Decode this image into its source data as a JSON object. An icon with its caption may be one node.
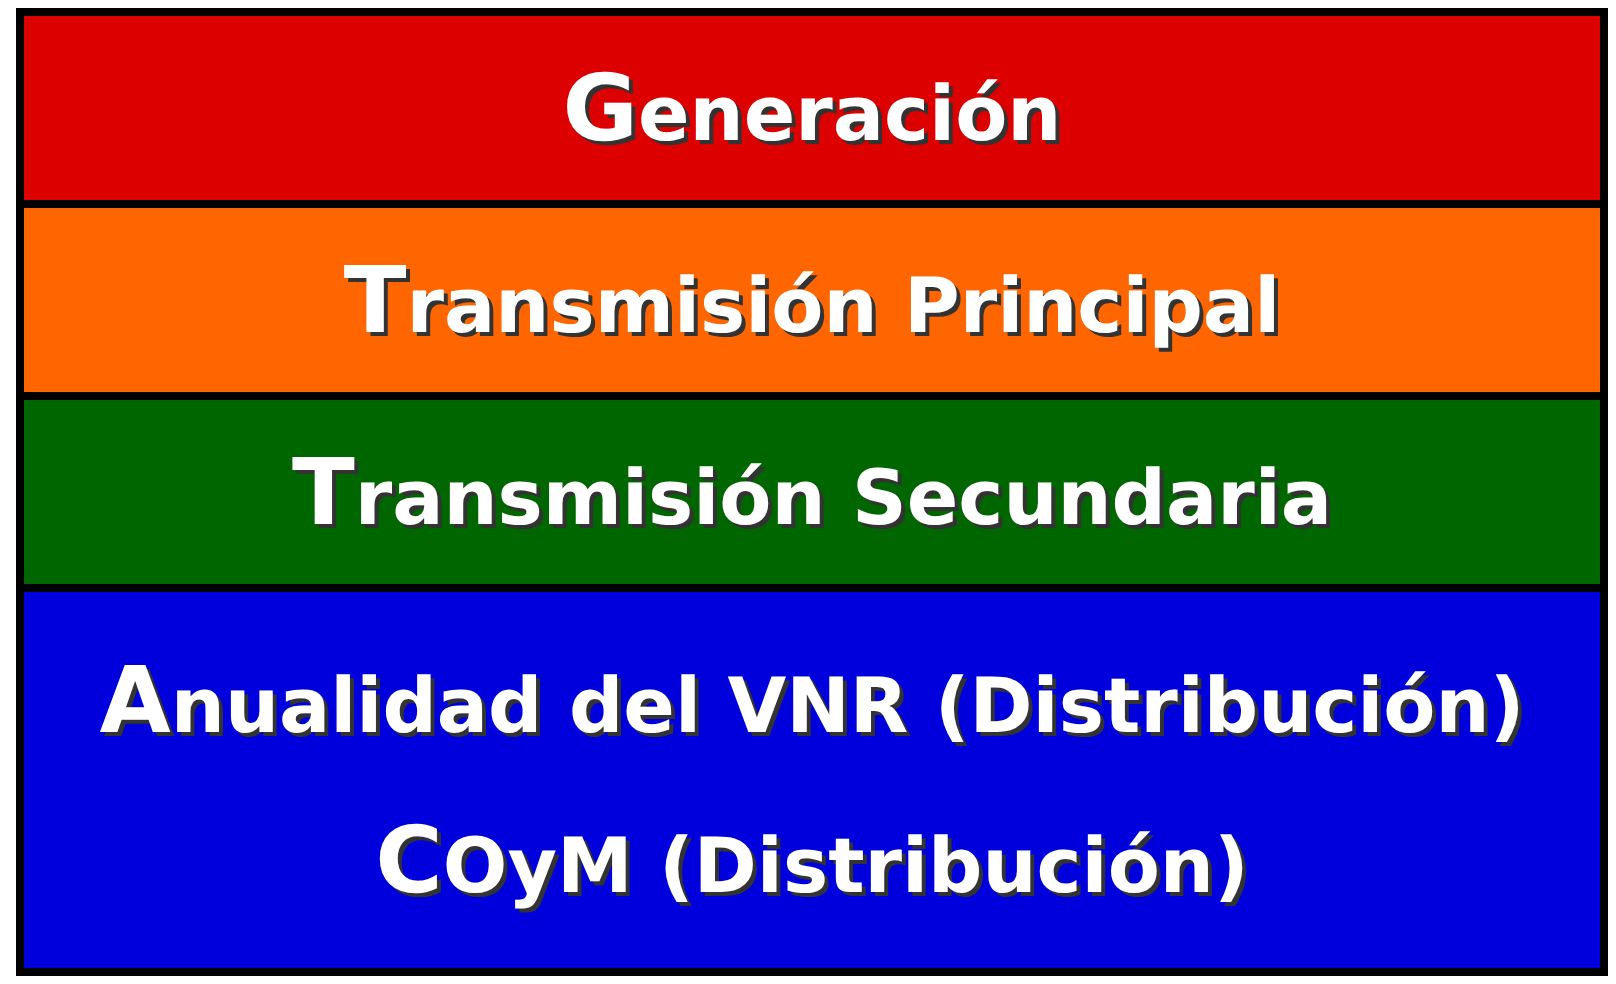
{
  "diagram": {
    "nodes": [
      {
        "text": [
          "Generación"
        ]
      },
      {
        "text": [
          "Transmisión Principal"
        ]
      },
      {
        "text": [
          "Transmisión Secundaria"
        ]
      },
      {
        "text": [
          "Anualidad del VNR (Distribución)",
          "COyM (Distribución)"
        ]
      }
    ]
  }
}
